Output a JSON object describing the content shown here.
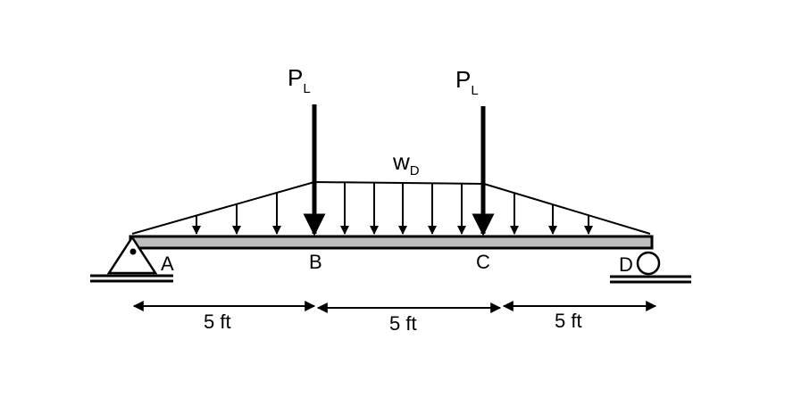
{
  "loads": {
    "point_load_symbol": "P",
    "point_load_subscript": "L",
    "distributed_load_symbol": "w",
    "distributed_load_subscript": "D"
  },
  "points": {
    "a": "A",
    "b": "B",
    "c": "C",
    "d": "D"
  },
  "dimensions": {
    "span_ab": "5 ft",
    "span_bc": "5 ft",
    "span_cd": "5 ft"
  },
  "colors": {
    "beam_fill": "#bfbfbf",
    "ink": "#000000"
  }
}
